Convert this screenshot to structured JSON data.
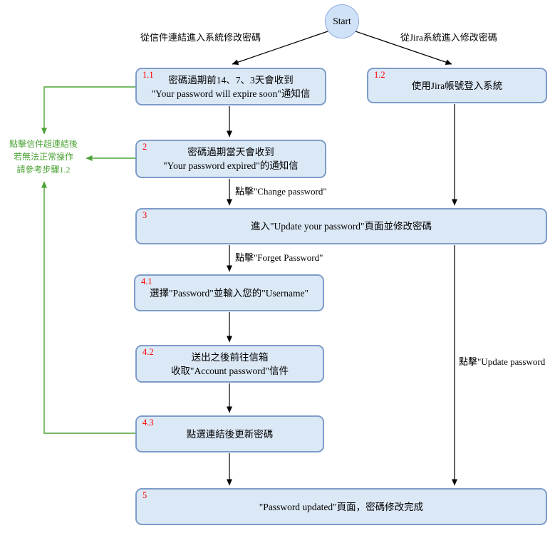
{
  "colors": {
    "node_fill": "#dbe8f6",
    "node_border": "#7e9cc9",
    "start_fill": "#cfe2f7",
    "start_border": "#8faadc",
    "step_number_red": "#ff0000",
    "note_green": "#4ba235",
    "arrow_black": "#000000"
  },
  "start": {
    "label": "Start"
  },
  "branches": {
    "left_label": "從信件連結進入系統修改密碼",
    "right_label": "從Jira系統進入修改密碼"
  },
  "note": {
    "line1": "點擊信件超連結後",
    "line2": "若無法正常操作",
    "line3": "請參考步驟1.2"
  },
  "edge_labels": {
    "change_password": "點擊\"Change password\"",
    "forget_password": "點擊\"Forget Password\"",
    "update_password": "點擊\"Update password"
  },
  "nodes": {
    "n11": {
      "num": "1.1",
      "line1": "密碼過期前14、7、3天會收到",
      "line2": "\"Your password will expire soon\"通知信"
    },
    "n12": {
      "num": "1.2",
      "line1": "使用Jira帳號登入系統"
    },
    "n2": {
      "num": "2",
      "line1": "密碼過期當天會收到",
      "line2": "\"Your password expired\"的通知信"
    },
    "n3": {
      "num": "3",
      "line1": "進入\"Update your password\"頁面並修改密碼"
    },
    "n41": {
      "num": "4.1",
      "line1": "選擇\"Password\"並輸入您的\"Username\""
    },
    "n42": {
      "num": "4.2",
      "line1": "送出之後前往信箱",
      "line2": "收取\"Account password\"信件"
    },
    "n43": {
      "num": "4.3",
      "line1": "點選連結後更新密碼"
    },
    "n5": {
      "num": "5",
      "line1": "\"Password updated\"頁面，密碼修改完成"
    }
  }
}
